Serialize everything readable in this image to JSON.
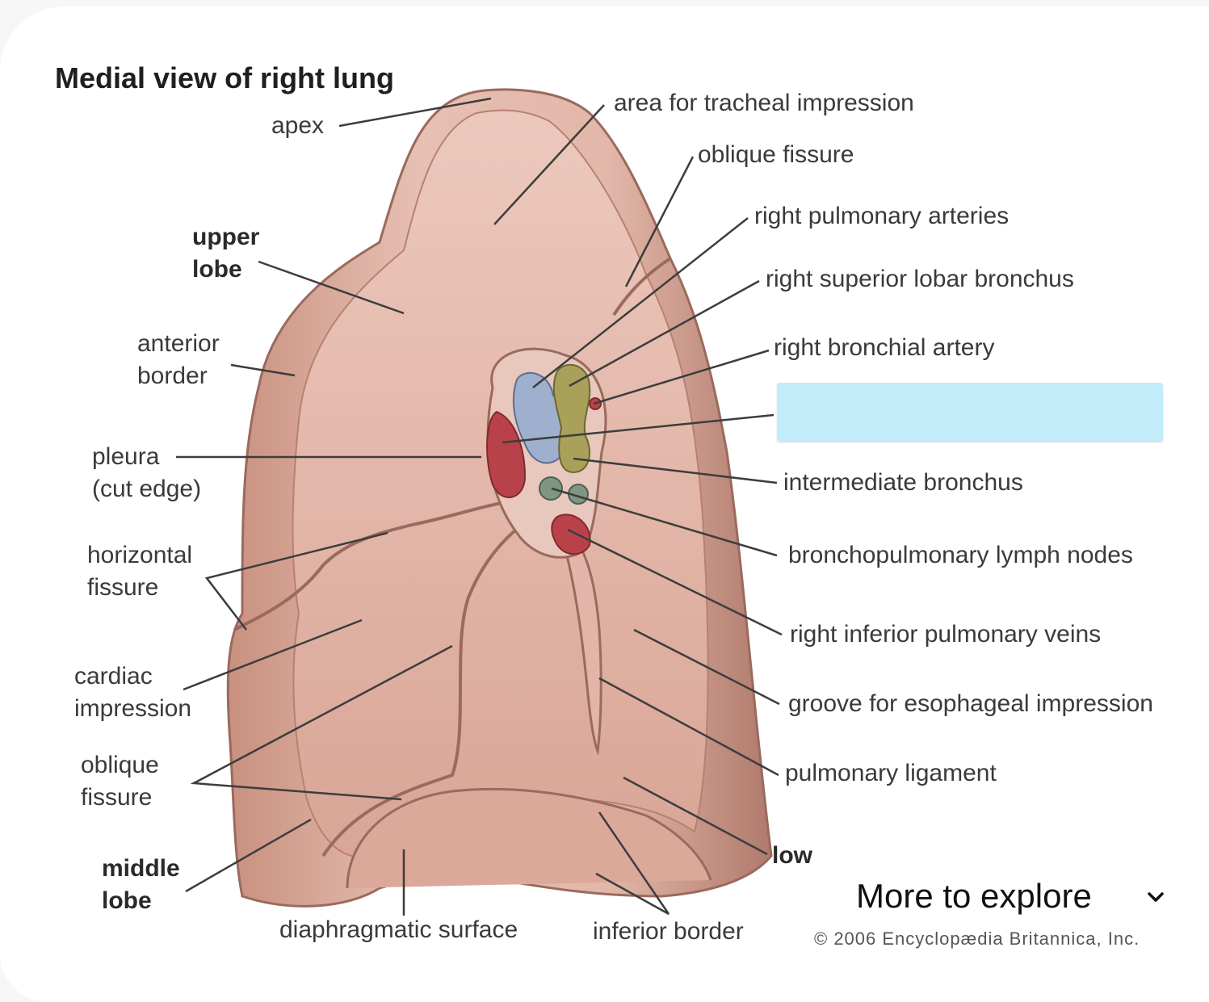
{
  "title": "Medial view of right lung",
  "labels": {
    "apex": "apex",
    "tracheal": "area for tracheal impression",
    "oblique_fissure_top": "oblique fissure",
    "pulm_arteries": "right pulmonary arteries",
    "sup_lobar_bronchus": "right superior lobar bronchus",
    "bronchial_artery": "right bronchial artery",
    "upper_lobe_1": "upper",
    "upper_lobe_2": "lobe",
    "anterior_border_1": "anterior",
    "anterior_border_2": "border",
    "pleura_1": "pleura",
    "pleura_2": "(cut edge)",
    "intermediate_bronchus": "intermediate bronchus",
    "horizontal_fissure_1": "horizontal",
    "horizontal_fissure_2": "fissure",
    "lymph_nodes": "bronchopulmonary lymph nodes",
    "inf_pulm_veins": "right inferior pulmonary veins",
    "cardiac_1": "cardiac",
    "cardiac_2": "impression",
    "esophageal": "groove for esophageal impression",
    "oblique_fissure_1": "oblique",
    "oblique_fissure_2": "fissure",
    "pulm_ligament": "pulmonary ligament",
    "middle_lobe_1": "middle",
    "middle_lobe_2": "lobe",
    "lower_lobe_partial": "low",
    "diaphragmatic": "diaphragmatic surface",
    "inferior_border": "inferior border"
  },
  "overlay": {
    "explore_label": "More to explore",
    "copyright": "© 2006 Encyclopædia Britannica, Inc."
  },
  "icons": {
    "chevron": "chevron-down-icon"
  },
  "colors": {
    "lung_base": "#d9a99c",
    "lung_dark": "#b98476",
    "artery_red": "#b9424a",
    "vein_blue": "#9fb0cf",
    "bronchus_olive": "#a9a05a",
    "lymph_green": "#7f9683",
    "highlight_box": "#c3ecfb"
  }
}
